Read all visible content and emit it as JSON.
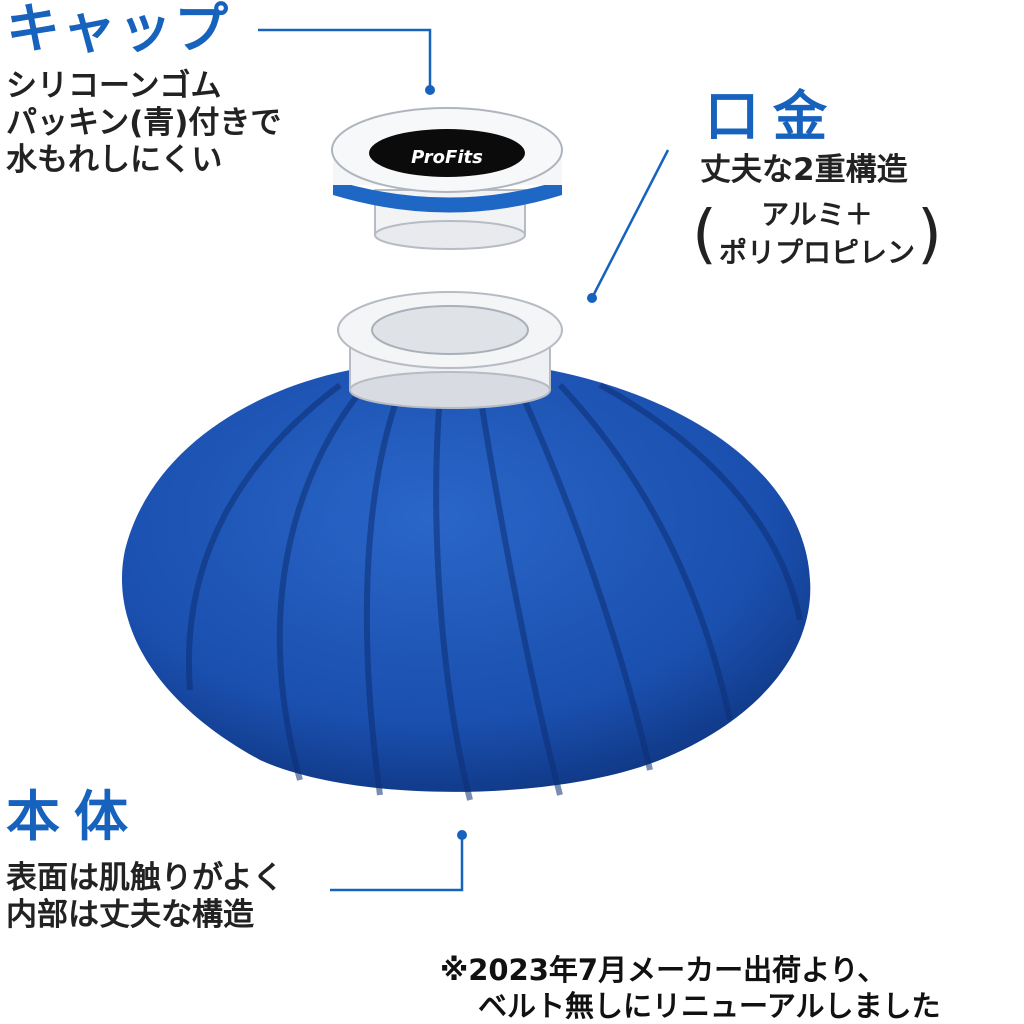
{
  "cap": {
    "title": "キャップ",
    "lines": [
      "シリコーンゴム",
      "パッキン(青)付きで",
      "水もれしにくい"
    ]
  },
  "mouth": {
    "title": "口金",
    "lines": [
      "丈夫な2重構造",
      "アルミ＋",
      "ポリプロピレン"
    ]
  },
  "body": {
    "title": "本体",
    "lines": [
      "表面は肌触りがよく",
      "内部は丈夫な構造"
    ]
  },
  "note": {
    "lines": [
      "※2023年7月メーカー出荷より、",
      "ベルト無しにリニューアルしました"
    ]
  },
  "logo": "ProFits",
  "colors": {
    "accent": "#1662bd",
    "bag": "#1a4fae"
  }
}
